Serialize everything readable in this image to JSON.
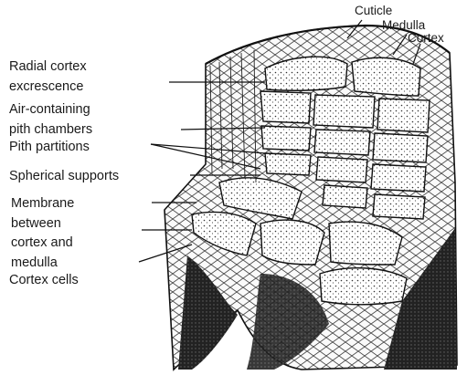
{
  "labels": {
    "radial_cortex_excrescence": "Radial cortex\nexcrescence",
    "air_containing_pith_chambers": "Air-containing\npith chambers",
    "pith_partitions": "Pith partitions",
    "spherical_supports": "Spherical supports",
    "membrane_cortex_medulla": "Membrane\nbetween\ncortex and\nmedulla",
    "cortex_cells": "Cortex cells",
    "cuticle": "Cuticle",
    "medulla": "Medulla",
    "cortex": "Cortex"
  },
  "colors": {
    "ink": "#111111",
    "background": "#ffffff"
  }
}
